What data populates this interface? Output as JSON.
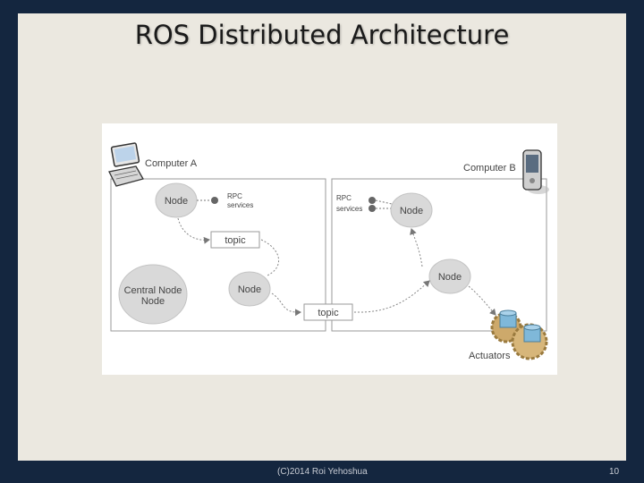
{
  "slide": {
    "title": "ROS Distributed Architecture",
    "footer": "(C)2014 Roi Yehoshua",
    "page_number": "10"
  },
  "diagram": {
    "computer_a": "Computer A",
    "computer_b": "Computer B",
    "node_a_top": "Node",
    "rpc_a_line1": "RPC",
    "rpc_a_line2": "services",
    "topic_a": "topic",
    "central_line1": "Central Node",
    "central_line2": "Node",
    "node_a_bottom": "Node",
    "rpc_b_line1": "RPC",
    "rpc_b_line2": "services",
    "node_b_top": "Node",
    "node_b_mid": "Node",
    "topic_b": "topic",
    "actuators": "Actuators"
  },
  "colors": {
    "node_fill": "#d9d9d9",
    "border": "#9a9a9a",
    "background": "#14263f",
    "slide_bg": "#ebe8e0"
  }
}
